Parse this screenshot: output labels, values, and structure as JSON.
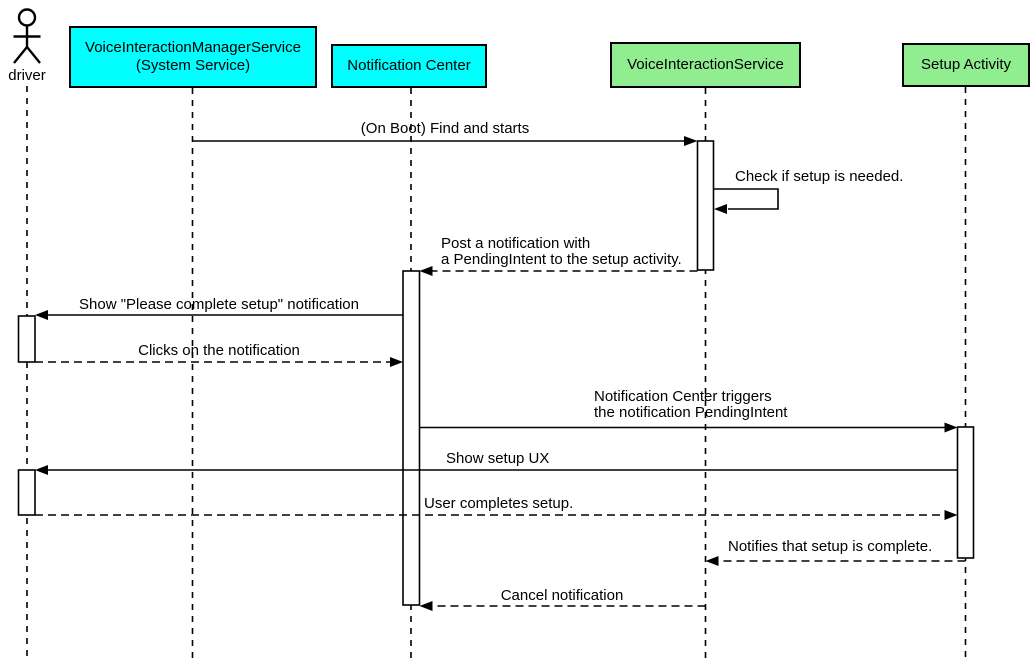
{
  "diagram_type": "uml-sequence",
  "actor": {
    "name": "driver"
  },
  "participants": [
    {
      "id": "vims",
      "name": "VoiceInteractionManagerService",
      "subtitle": "(System Service)",
      "fill": "#00ffff"
    },
    {
      "id": "nc",
      "name": "Notification Center",
      "fill": "#00ffff"
    },
    {
      "id": "vis",
      "name": "VoiceInteractionService",
      "fill": "#90ee90"
    },
    {
      "id": "setup",
      "name": "Setup Activity",
      "fill": "#90ee90"
    }
  ],
  "messages": [
    {
      "from": "vims",
      "to": "vis",
      "style": "solid",
      "lines": [
        "(On Boot) Find and starts"
      ]
    },
    {
      "from": "vis",
      "to": "vis",
      "style": "self",
      "lines": [
        "Check if setup is needed."
      ]
    },
    {
      "from": "vis",
      "to": "nc",
      "style": "dashed",
      "lines": [
        "Post a notification with",
        "a PendingIntent to the setup activity."
      ]
    },
    {
      "from": "nc",
      "to": "driver",
      "style": "solid",
      "lines": [
        "Show \"Please complete setup\" notification"
      ]
    },
    {
      "from": "driver",
      "to": "nc",
      "style": "dashed",
      "lines": [
        "Clicks on the notification"
      ]
    },
    {
      "from": "nc",
      "to": "setup",
      "style": "solid",
      "lines": [
        "Notification Center triggers",
        "the notification PendingIntent"
      ]
    },
    {
      "from": "setup",
      "to": "driver",
      "style": "solid",
      "lines": [
        "Show setup UX"
      ]
    },
    {
      "from": "driver",
      "to": "setup",
      "style": "dashed",
      "lines": [
        "User completes setup."
      ]
    },
    {
      "from": "setup",
      "to": "vis",
      "style": "dashed",
      "lines": [
        "Notifies that setup is complete."
      ]
    },
    {
      "from": "vis",
      "to": "nc",
      "style": "dashed",
      "lines": [
        "Cancel notification"
      ]
    }
  ],
  "colors": {
    "participant_system": "#00ffff",
    "participant_app": "#90ee90",
    "line": "#000000",
    "background": "#ffffff"
  }
}
